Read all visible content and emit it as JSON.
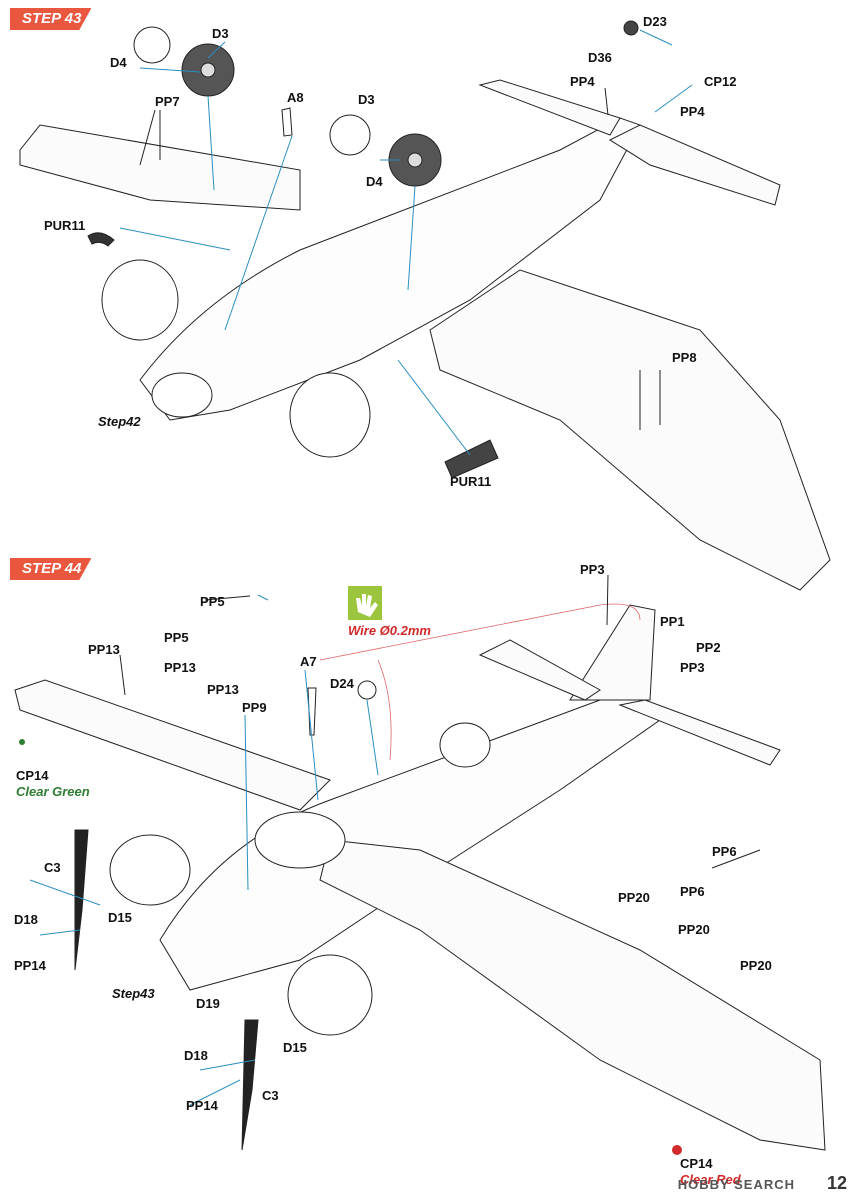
{
  "steps": [
    {
      "label_word": "STEP",
      "number": "43"
    },
    {
      "label_word": "STEP",
      "number": "44"
    }
  ],
  "step43_callouts": {
    "d4_top": "D4",
    "d3_top": "D3",
    "pp7": "PP7",
    "a8": "A8",
    "d3_mid": "D3",
    "d4_mid": "D4",
    "d23": "D23",
    "d36": "D36",
    "pp4_a": "PP4",
    "cp12": "CP12",
    "pp4_b": "PP4",
    "pur11_left": "PUR11",
    "pp8": "PP8",
    "pur11_bottom": "PUR11",
    "step42_ref": "Step42"
  },
  "step44_callouts": {
    "pp3_top": "PP3",
    "pp5_a": "PP5",
    "pp1": "PP1",
    "pp2": "PP2",
    "pp3_b": "PP3",
    "pp13_a": "PP13",
    "pp5_b": "PP5",
    "pp13_b": "PP13",
    "a7": "A7",
    "d24": "D24",
    "pp13_c": "PP13",
    "pp9": "PP9",
    "cp14_left": "CP14",
    "pp6_a": "PP6",
    "c3_left": "C3",
    "d18_left": "D18",
    "d15_left": "D15",
    "pp14_left": "PP14",
    "pp20_a": "PP20",
    "pp6_b": "PP6",
    "pp20_b": "PP20",
    "pp20_c": "PP20",
    "step43_ref": "Step43",
    "d19": "D19",
    "d18_right": "D18",
    "d15_right": "D15",
    "pp14_right": "PP14",
    "c3_right": "C3",
    "cp14_right": "CP14"
  },
  "notes": {
    "wire": "Wire Ø0.2mm",
    "clear_green": "Clear Green",
    "clear_red": "Clear Red"
  },
  "colors": {
    "banner": "#e9573f",
    "clear_red": "#d12a2a",
    "clear_green": "#2e7d32",
    "glue": "#a6c83a"
  },
  "watermark": "HOBBY SEARCH",
  "page_number": "12"
}
